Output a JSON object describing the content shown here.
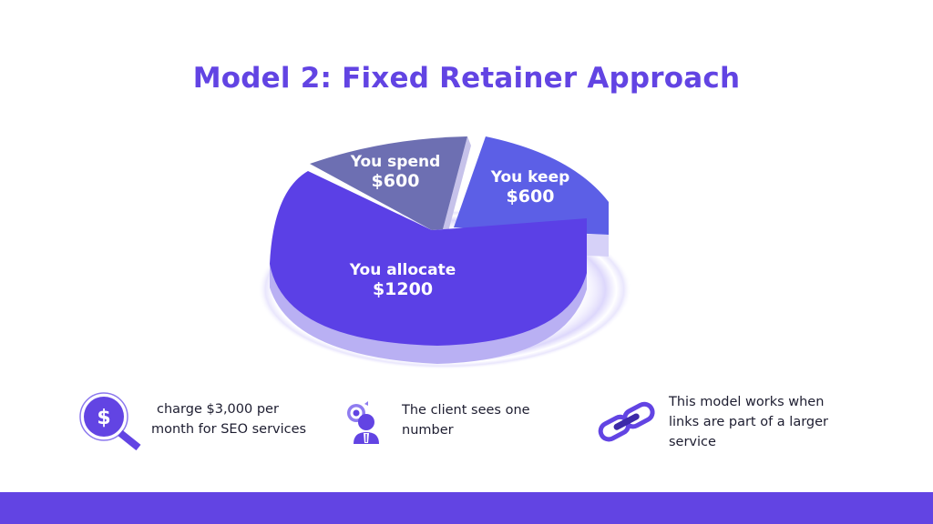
{
  "title": "Model 2: Fixed Retainer Approach",
  "colors": {
    "accent": "#6244e3",
    "slice_allocate": "#5b40e6",
    "slice_spend": "#6d6fb2",
    "slice_keep": "#5c5fe6",
    "pie_side": "#b9b0f3",
    "glow": "#ddd8fb",
    "text_dark": "#1d1d30",
    "footer": "#6244e3"
  },
  "chart_data": {
    "type": "pie",
    "title": "Model 2: Fixed Retainer Approach",
    "categories": [
      "You allocate",
      "You spend",
      "You keep"
    ],
    "values": [
      1200,
      600,
      600
    ],
    "labels": [
      "You allocate $1200",
      "You spend $600",
      "You keep $600"
    ],
    "units": "USD",
    "style": "3D exploded pie",
    "legend": "none (inline labels)"
  },
  "slices": {
    "allocate": {
      "label": "You allocate",
      "value": "$1200"
    },
    "spend": {
      "label": "You spend",
      "value": "$600"
    },
    "keep": {
      "label": "You keep",
      "value": "$600"
    }
  },
  "features": [
    {
      "icon": "dollar-magnifier-icon",
      "text_line1": "charge $3,000 per",
      "text_line2": "month for SEO services"
    },
    {
      "icon": "client-target-icon",
      "text_line1": "The client sees one",
      "text_line2": "number"
    },
    {
      "icon": "chain-link-icon",
      "text_line1": "This model works when",
      "text_line2": "links are part of a larger",
      "text_line3": "service"
    }
  ]
}
